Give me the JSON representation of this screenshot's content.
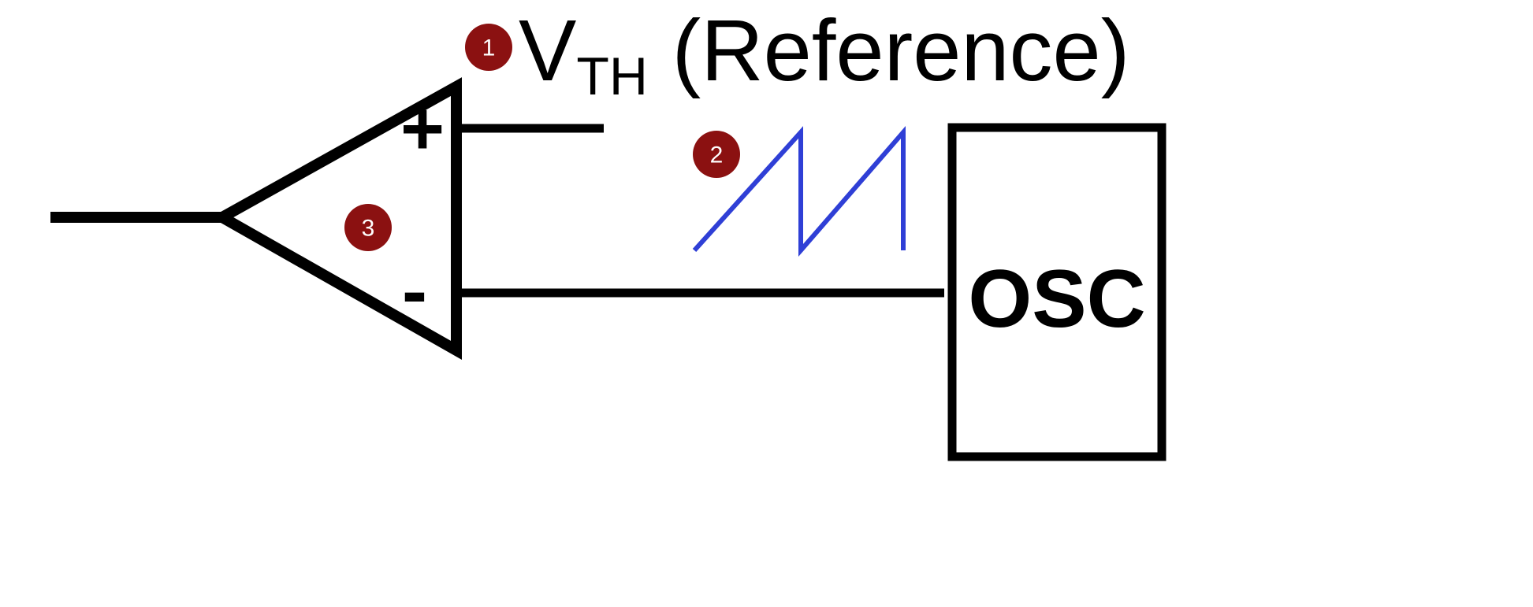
{
  "reference_label": {
    "symbol": "V",
    "subscript": "TH",
    "suffix": " (Reference)"
  },
  "oscillator_label": "OSC",
  "comparator": {
    "plus_sign": "+",
    "minus_sign": "-"
  },
  "badges": {
    "reference": "1",
    "sawtooth": "2",
    "comparator": "3"
  },
  "colors": {
    "badge": "#8b1111",
    "sawtooth": "#2f3fd6",
    "lines": "#000000"
  }
}
